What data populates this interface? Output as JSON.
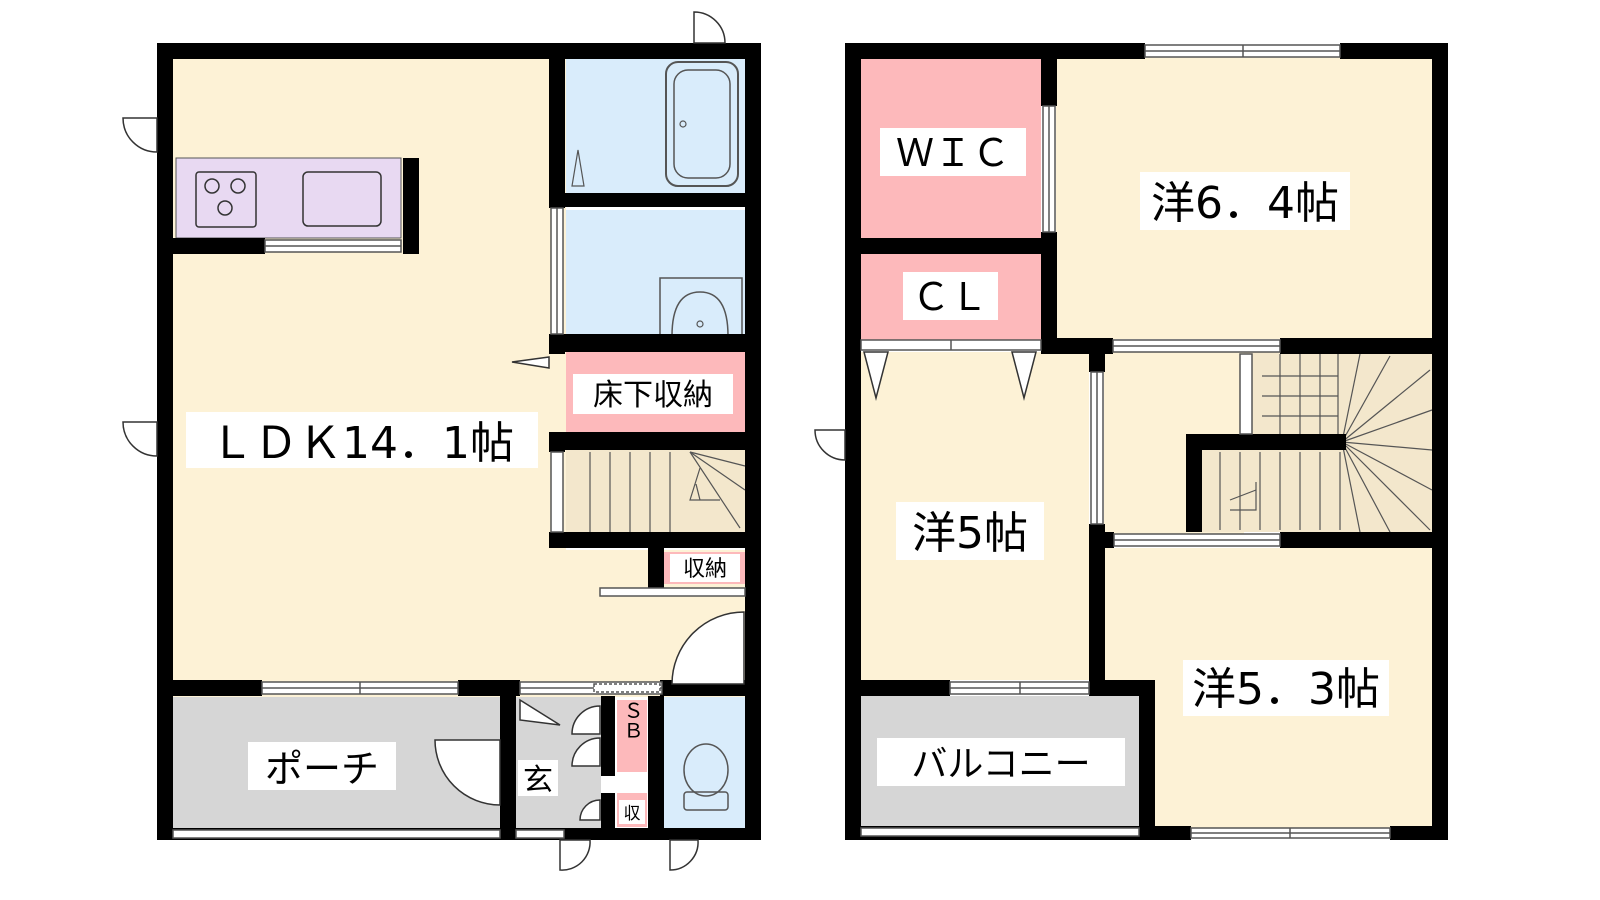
{
  "colors": {
    "wall": "#000000",
    "living": "#fdf2d6",
    "wet": "#d9ecfb",
    "storage": "#fdb9bb",
    "porch": "#d6d6d6",
    "kitchen": "#e8d9f2",
    "stairs": "#f3e7cc"
  },
  "floor1": {
    "ldk": "ＬＤＫ14．1帖",
    "underfloor_storage": "床下収納",
    "storage": "収納",
    "porch": "ポーチ",
    "entrance": "玄",
    "shoe_box": "ＳＢ",
    "small_storage": "収"
  },
  "floor2": {
    "wic": "ＷＩＣ",
    "closet": "ＣＬ",
    "room_64": "洋6．4帖",
    "room_5": "洋5帖",
    "room_53": "洋5．3帖",
    "balcony": "バルコニー"
  }
}
